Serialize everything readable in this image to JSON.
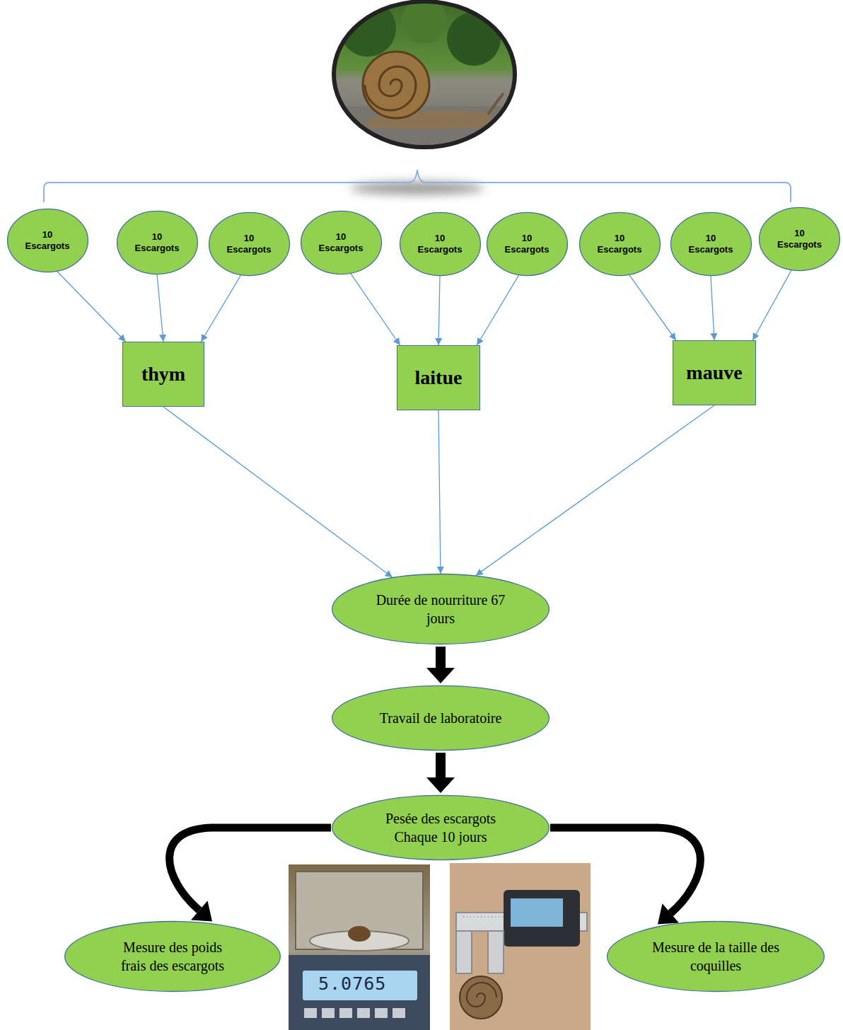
{
  "diagram": {
    "nodes": [
      {
        "text": [
          "10 Escargots"
        ]
      },
      {
        "text": [
          "10 Escargots"
        ]
      },
      {
        "text": [
          "10 Escargots"
        ]
      },
      {
        "text": [
          "10 Escargots"
        ]
      },
      {
        "text": [
          "10 Escargots"
        ]
      },
      {
        "text": [
          "10 Escargots"
        ]
      },
      {
        "text": [
          "10 Escargots"
        ]
      },
      {
        "text": [
          "10 Escargots"
        ]
      },
      {
        "text": [
          "10 Escargots"
        ]
      },
      {
        "text": [
          "thym"
        ]
      },
      {
        "text": [
          "laitue"
        ]
      },
      {
        "text": [
          "mauve"
        ]
      },
      {
        "text": [
          "Durée de nourriture 67 jours"
        ]
      },
      {
        "text": [
          "Travail de laboratoire"
        ]
      },
      {
        "text": [
          "Pesée des escargots Chaque 10 jours"
        ]
      },
      {
        "text": [
          "Mesure des poids frais des escargots"
        ]
      },
      {
        "text": [
          "Mesure de la taille des coquilles"
        ]
      }
    ],
    "edges": [
      {
        "from": 0,
        "to": 9,
        "arrow": "to"
      },
      {
        "from": 1,
        "to": 9,
        "arrow": "to"
      },
      {
        "from": 2,
        "to": 9,
        "arrow": "to"
      },
      {
        "from": 3,
        "to": 10,
        "arrow": "to"
      },
      {
        "from": 4,
        "to": 10,
        "arrow": "to"
      },
      {
        "from": 5,
        "to": 10,
        "arrow": "to"
      },
      {
        "from": 6,
        "to": 11,
        "arrow": "to"
      },
      {
        "from": 7,
        "to": 11,
        "arrow": "to"
      },
      {
        "from": 8,
        "to": 11,
        "arrow": "to"
      },
      {
        "from": 9,
        "to": 12,
        "arrow": "to"
      },
      {
        "from": 10,
        "to": 12,
        "arrow": "to"
      },
      {
        "from": 11,
        "to": 12,
        "arrow": "to"
      },
      {
        "from": 12,
        "to": 13,
        "arrow": "to"
      },
      {
        "from": 13,
        "to": 14,
        "arrow": "to"
      },
      {
        "from": 14,
        "to": 15,
        "arrow": "to"
      },
      {
        "from": 14,
        "to": 16,
        "arrow": "to"
      }
    ],
    "labels": [
      "5.0765"
    ]
  }
}
